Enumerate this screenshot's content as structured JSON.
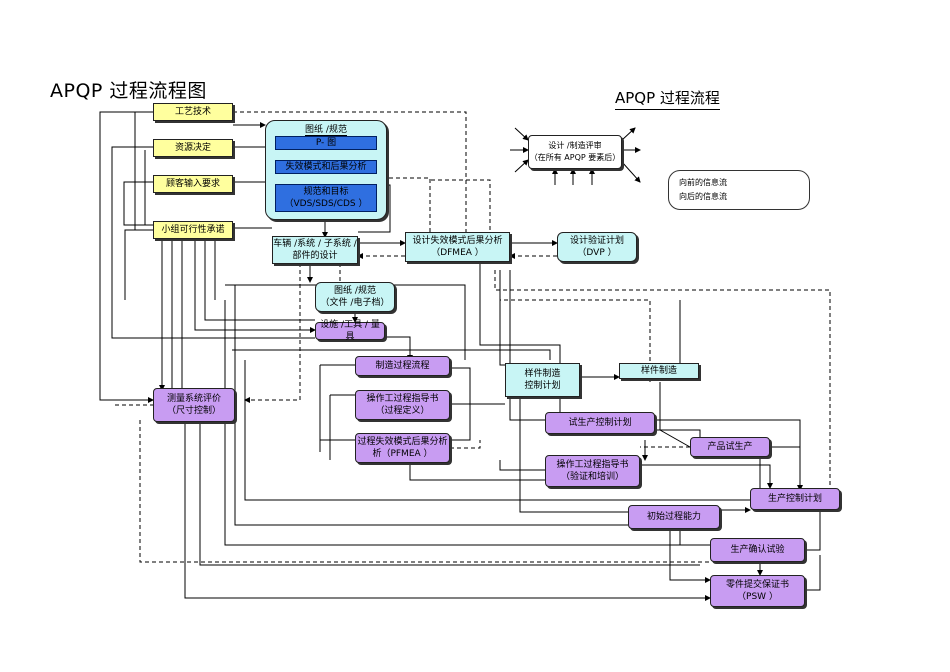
{
  "titles": {
    "main": "APQP  过程流程图",
    "right": "APQP  过程流程"
  },
  "colors": {
    "yellow": "#ffff9e",
    "purple": "#c89cf2",
    "cyan": "#c8f5f5",
    "blue": "#2f6fe0"
  },
  "review": {
    "line1": "设计 /制造评审",
    "line2": "（在所有   APQP   要素后）"
  },
  "legend": {
    "forward": "向前的信息流",
    "backward": "向后的信息流"
  },
  "nodes": {
    "process_tech": "工艺技术",
    "resource_decision": "资源决定",
    "customer_input": "顾客输入要求",
    "team_feasibility": "小组可行性承诺",
    "drawings_spec": "图纸 /规范",
    "p_diagram": "P- 图",
    "fmea_analysis": "失效模式和后果分析",
    "spec_target_1": "规范和目标",
    "spec_target_2": "（VDS/SDS/CDS  ）",
    "vehicle_design_1": "车辆 /系统 / 子系统 /",
    "vehicle_design_2": "部件的设计",
    "dfmea_1": "设计失效模式后果分析",
    "dfmea_2": "（DFMEA  ）",
    "dvp_1": "设计验证计划",
    "dvp_2": "（DVP  ）",
    "drawings_file_1": "图纸 /规范",
    "drawings_file_2": "（文件 /电子档）",
    "facilities": "设施 /工具 / 量具",
    "process_flow": "制造过程流程",
    "work_instr_1": "操作工过程指导书",
    "work_instr_2": "（过程定义）",
    "pfmea_1": "过程失效模式后果分析",
    "pfmea_2": "析（PFMEA  ）",
    "msa_1": "测量系统评价",
    "msa_2": "（尺寸控制）",
    "proto_ctrl_1": "样件制造",
    "proto_ctrl_2": "控制计划",
    "proto_build": "样件制造",
    "prelaunch_ctrl": "试生产控制计划",
    "work_instr_v_1": "操作工过程指导书",
    "work_instr_v_2": "（验证和培训）",
    "pilot_prod": "产品试生产",
    "production_ctrl": "生产控制计划",
    "initial_capability": "初始过程能力",
    "prod_validation": "生产确认试验",
    "psw_1": "零件提交保证书",
    "psw_2": "（PSW  ）"
  }
}
